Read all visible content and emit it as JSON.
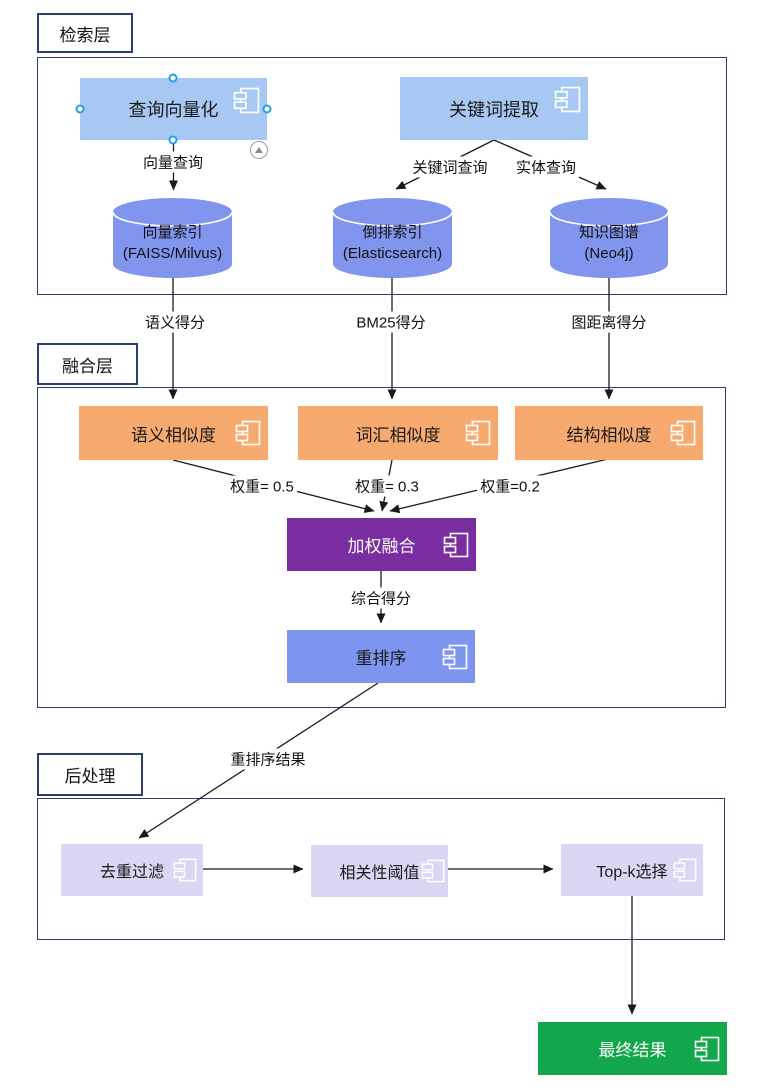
{
  "containers": {
    "retrieval": {
      "label": "检索层"
    },
    "fusion": {
      "label": "融合层"
    },
    "post": {
      "label": "后处理"
    }
  },
  "nodes": {
    "query_vectorize": {
      "label": "查询向量化"
    },
    "keyword_extract": {
      "label": "关键词提取"
    },
    "vector_index": {
      "label": "向量索引",
      "sublabel": "(FAISS/Milvus)"
    },
    "inverted_index": {
      "label": "倒排索引",
      "sublabel": "(Elasticsearch)"
    },
    "knowledge_graph": {
      "label": "知识图谱",
      "sublabel": "(Neo4j)"
    },
    "semantic_sim": {
      "label": "语义相似度"
    },
    "lexical_sim": {
      "label": "词汇相似度"
    },
    "structural_sim": {
      "label": "结构相似度"
    },
    "weighted_fusion": {
      "label": "加权融合"
    },
    "rerank": {
      "label": "重排序"
    },
    "dedup_filter": {
      "label": "去重过滤"
    },
    "relevance_threshold": {
      "label": "相关性阈值"
    },
    "topk_select": {
      "label": "Top-k选择"
    },
    "final_result": {
      "label": "最终结果"
    }
  },
  "edge_labels": {
    "vector_query": "向量查询",
    "keyword_query": "关键词查询",
    "entity_query": "实体查询",
    "semantic_score": "语义得分",
    "bm25_score": "BM25得分",
    "graph_score": "图距离得分",
    "weight_semantic": "权重= 0.5",
    "weight_lexical": "权重= 0.3",
    "weight_structural": "权重=0.2",
    "combined_score": "综合得分",
    "rerank_result": "重排序结果"
  },
  "colors": {
    "container_border": "#2A3F6F",
    "process_blue": "#A7C8F2",
    "datastore_blue": "#8295EE",
    "similarity_orange": "#F7AA70",
    "fusion_purple": "#7A2DA0",
    "rerank_blue": "#7E95EF",
    "post_lavender": "#DDD5F4",
    "result_green": "#12A74B",
    "selection_handle_blue": "#1FA2E8",
    "edge_line": "#1a1a1a"
  }
}
